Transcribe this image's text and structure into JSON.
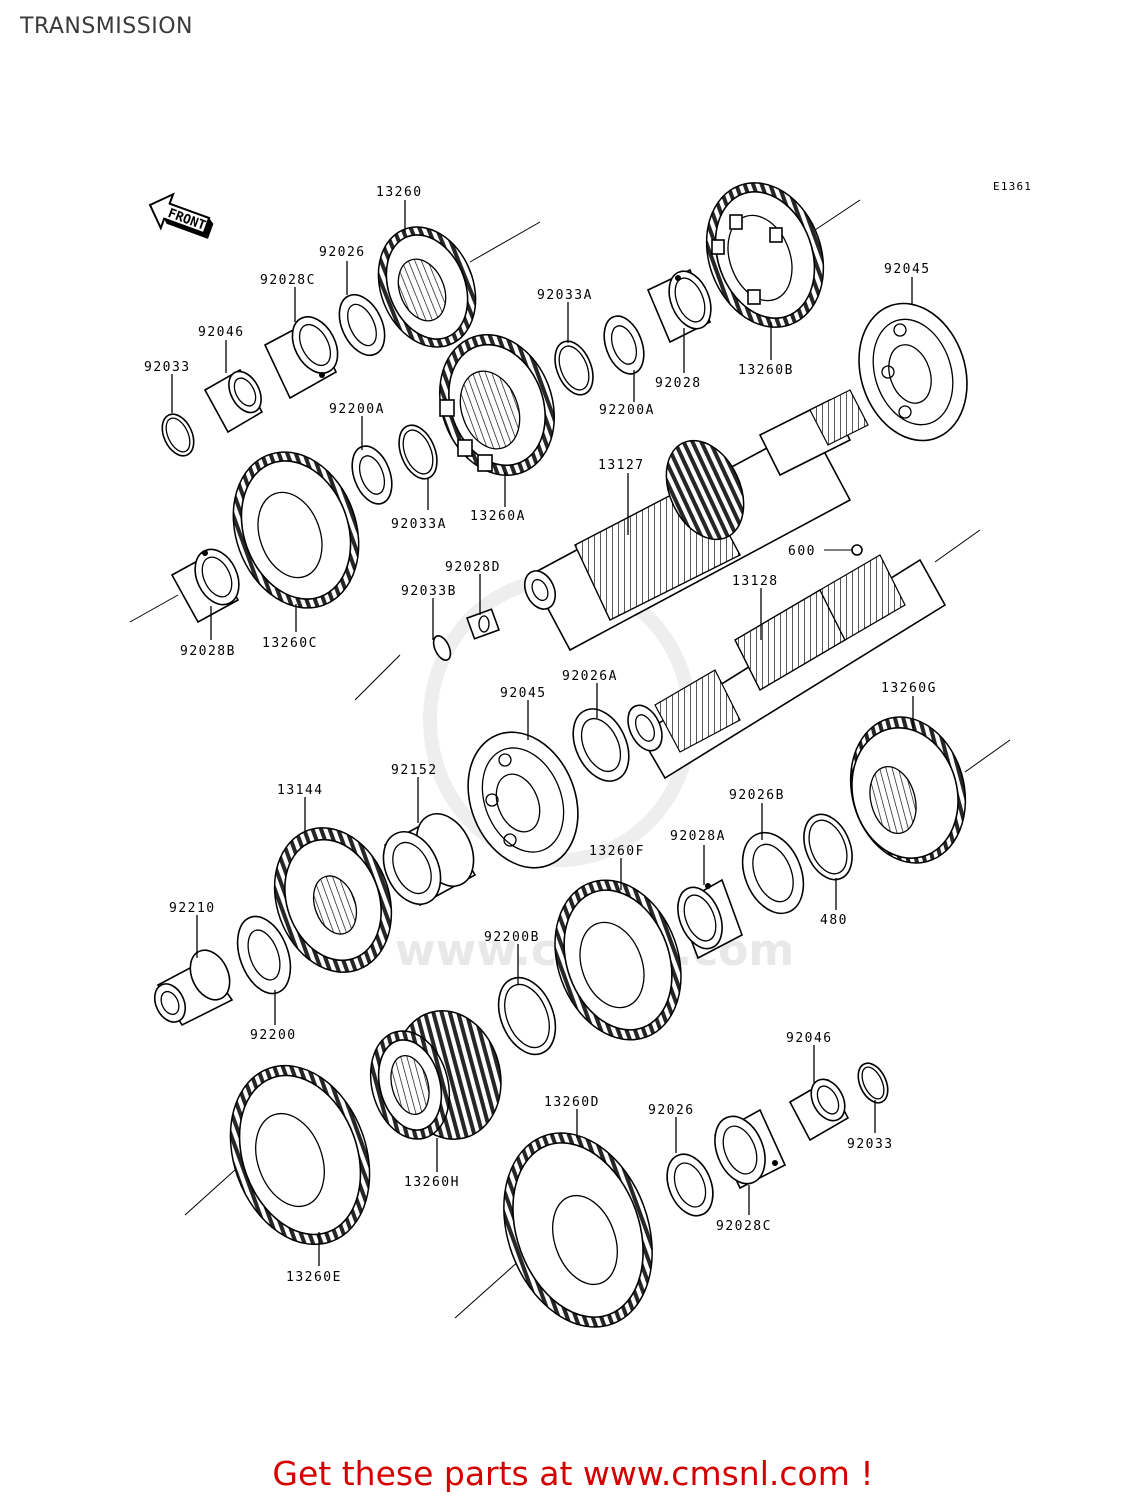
{
  "title": "TRANSMISSION",
  "ref_code": "E1361",
  "front_indicator": "FRONT",
  "footer": "Get these parts at www.cmsnl.com !",
  "watermark": "www.cmsnl.com",
  "labels": {
    "l_13260": "13260",
    "l_92026_top": "92026",
    "l_92028C_top": "92028C",
    "l_92046_top": "92046",
    "l_92033_top": "92033",
    "l_92200A_left": "92200A",
    "l_92033A_left": "92033A",
    "l_13260A": "13260A",
    "l_92033A_right": "92033A",
    "l_92200A_right": "92200A",
    "l_92028_top": "92028",
    "l_13260B": "13260B",
    "l_92045_top": "92045",
    "l_13127": "13127",
    "l_13260C": "13260C",
    "l_92028B": "92028B",
    "l_92028D": "92028D",
    "l_92033B": "92033B",
    "l_600": "600",
    "l_13128": "13128",
    "l_92045_mid": "92045",
    "l_92026A": "92026A",
    "l_13260G": "13260G",
    "l_92152": "92152",
    "l_13144": "13144",
    "l_92026B": "92026B",
    "l_92028A": "92028A",
    "l_13260F": "13260F",
    "l_480": "480",
    "l_92210": "92210",
    "l_92200": "92200",
    "l_92200B": "92200B",
    "l_92046_bottom": "92046",
    "l_92033_bottom": "92033",
    "l_13260D": "13260D",
    "l_92026_bottom": "92026",
    "l_92028C_bottom": "92028C",
    "l_13260H": "13260H",
    "l_13260E": "13260E"
  }
}
